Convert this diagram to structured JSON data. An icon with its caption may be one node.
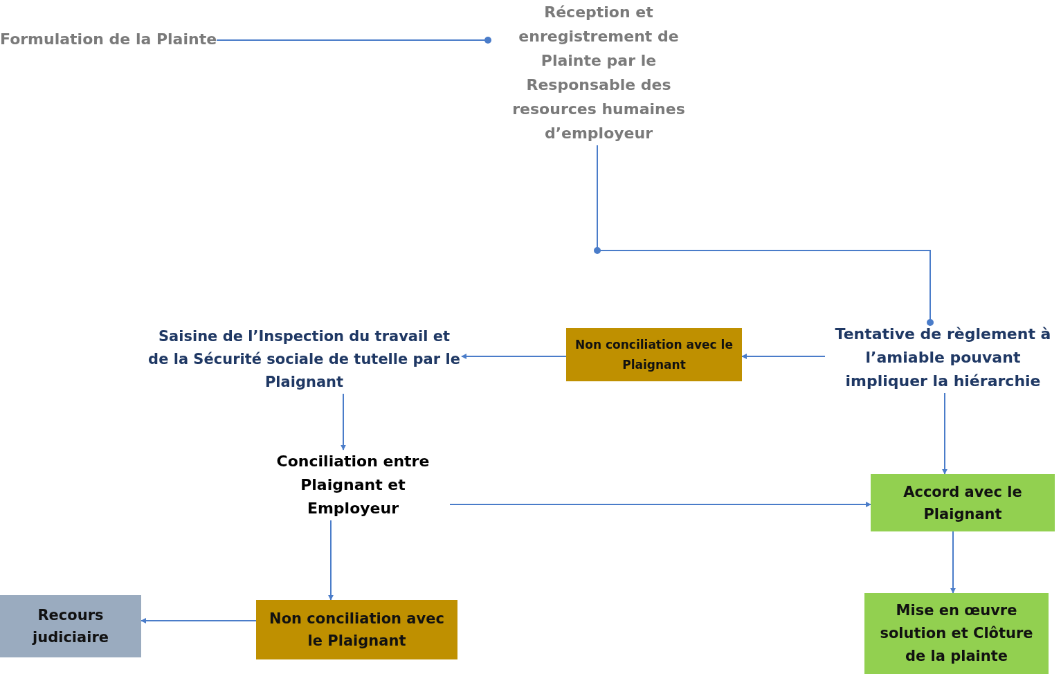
{
  "diagram": {
    "nodes": [
      {
        "text": [
          "Formulation de la Plainte"
        ]
      },
      {
        "text": [
          "Réception et enregistrement de Plainte par le Responsable des resources humaines d’employeur"
        ]
      },
      {
        "text": [
          "Tentative de règlement à l’amiable pouvant impliquer la hiérarchie"
        ]
      },
      {
        "text": [
          "Non conciliation avec le Plaignant"
        ]
      },
      {
        "text": [
          "Saisine de l’Inspection du travail et de la Sécurité sociale de tutelle par le Plaignant"
        ]
      },
      {
        "text": [
          "Conciliation entre Plaignant et Employeur"
        ]
      },
      {
        "text": [
          "Accord avec le Plaignant"
        ]
      },
      {
        "text": [
          "Non conciliation avec le Plaignant"
        ]
      },
      {
        "text": [
          "Recours judiciaire"
        ]
      },
      {
        "text": [
          "Mise en œuvre solution et Clôture de la plainte"
        ]
      }
    ],
    "edges": [
      {
        "from": 0,
        "to": 1,
        "arrow": "other"
      },
      {
        "from": 1,
        "to": 2,
        "arrow": "other"
      },
      {
        "from": 2,
        "to": 3,
        "arrow": "to"
      },
      {
        "from": 3,
        "to": 4,
        "arrow": "to"
      },
      {
        "from": 4,
        "to": 5,
        "arrow": "to"
      },
      {
        "from": 2,
        "to": 6,
        "arrow": "to"
      },
      {
        "from": 5,
        "to": 6,
        "arrow": "to"
      },
      {
        "from": 5,
        "to": 7,
        "arrow": "to"
      },
      {
        "from": 7,
        "to": 8,
        "arrow": "to"
      },
      {
        "from": 6,
        "to": 9,
        "arrow": "to"
      }
    ]
  }
}
